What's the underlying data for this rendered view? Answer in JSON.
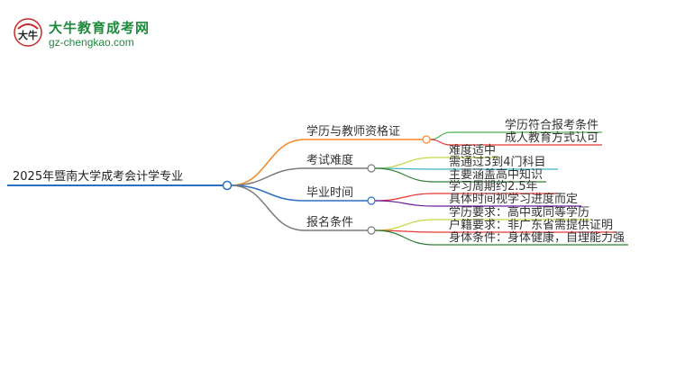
{
  "brand": {
    "title": "大牛教育成考网",
    "url": "gz-chengkao.com",
    "mark_glyph": "大牛",
    "color": "#1e8a3c"
  },
  "mindmap": {
    "root": "2025年暨南大学成考会计学专业",
    "branches": [
      {
        "label": "学历与教师资格证",
        "color": "#f5882a",
        "children": [
          {
            "label": "学历符合报考条件",
            "color": "#4caf50"
          },
          {
            "label": "成人教育方式认可",
            "color": "#e53935"
          }
        ]
      },
      {
        "label": "考试难度",
        "color": "#7a7a7a",
        "children": [
          {
            "label": "难度适中",
            "color": "#c8d84a"
          },
          {
            "label": "需通过3到4门科目",
            "color": "#40b4c8"
          },
          {
            "label": "主要涵盖高中知识",
            "color": "#2e7d32"
          }
        ]
      },
      {
        "label": "毕业时间",
        "color": "#2b6fc4",
        "children": [
          {
            "label": "学习周期约2.5年",
            "color": "#e53935"
          },
          {
            "label": "具体时间视学习进度而定",
            "color": "#6a1b9a"
          }
        ]
      },
      {
        "label": "报名条件",
        "color": "#7a7a7a",
        "children": [
          {
            "label": "学历要求：高中或同等学历",
            "color": "#c8d84a"
          },
          {
            "label": "户籍要求：非广东省需提供证明",
            "color": "#e53935"
          },
          {
            "label": "身体条件：身体健康，自理能力强",
            "color": "#2e7d32"
          }
        ]
      }
    ]
  }
}
